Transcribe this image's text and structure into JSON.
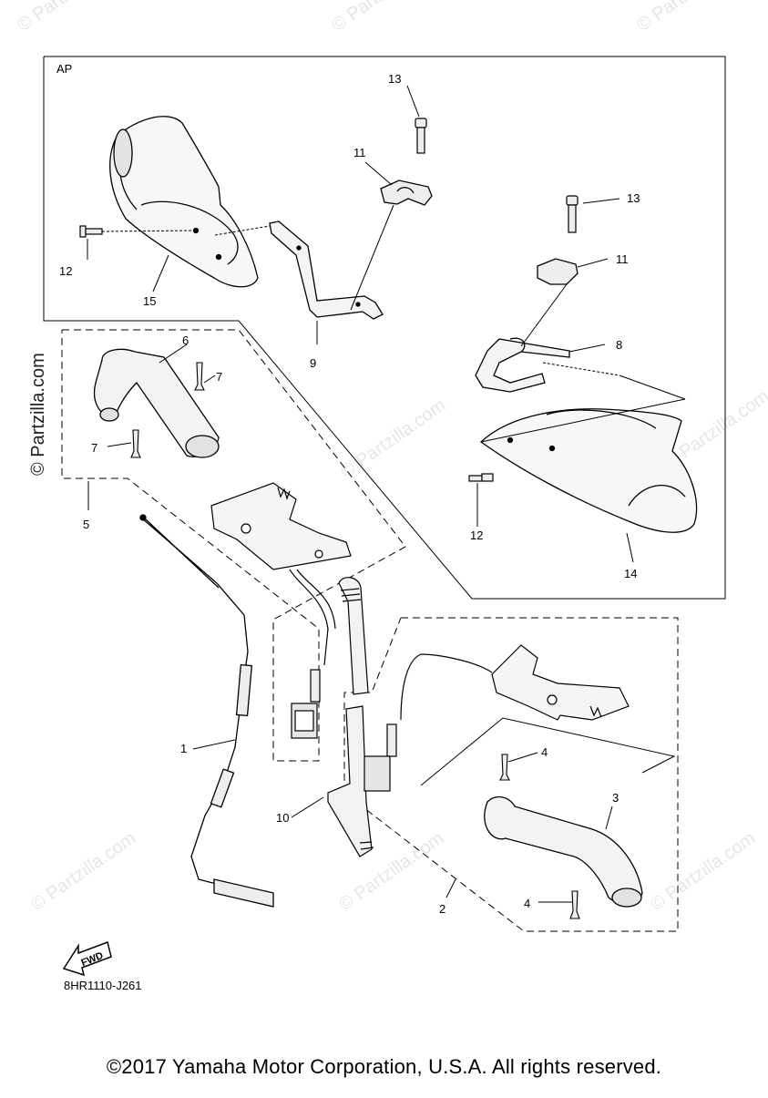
{
  "watermark": {
    "text": "© Partzilla.com",
    "side_text": "© Partzilla.com",
    "color": "#e6e6e6"
  },
  "diagram": {
    "group_label": "AP",
    "drawing_code": "8HR1110-J261",
    "fwd_label": "FWD",
    "callouts": [
      "1",
      "2",
      "3",
      "4",
      "4",
      "5",
      "6",
      "7",
      "7",
      "8",
      "9",
      "10",
      "11",
      "11",
      "12",
      "12",
      "13",
      "13",
      "14",
      "15"
    ]
  },
  "footer": {
    "copyright": "©2017 Yamaha Motor Corporation, U.S.A. All rights reserved."
  }
}
